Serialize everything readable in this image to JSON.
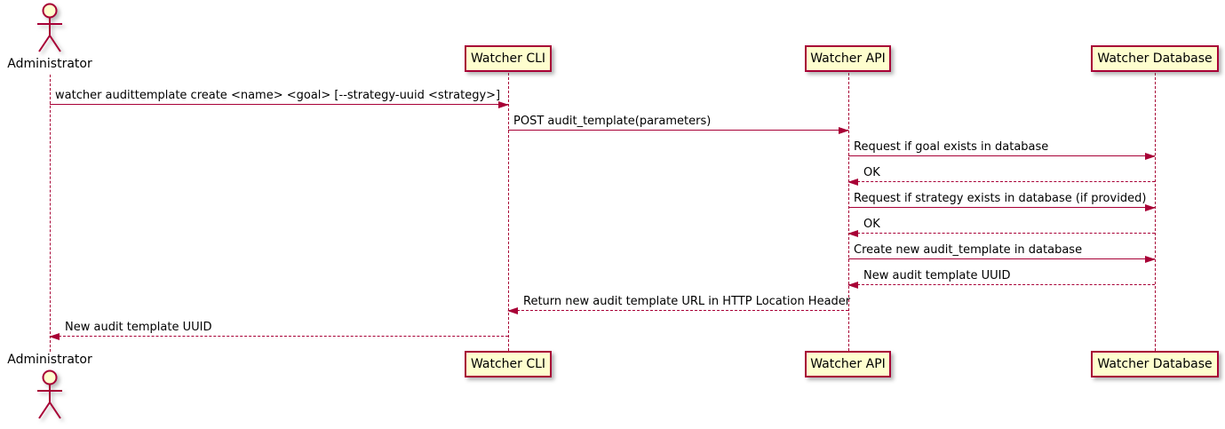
{
  "diagram": {
    "type": "sequence-diagram",
    "style": "plantuml",
    "colors": {
      "line": "#A80036",
      "participant_fill": "#FEFECE",
      "text": "#000000",
      "background": "#FFFFFF"
    },
    "actor": {
      "name": "Administrator"
    },
    "participants": [
      {
        "label": "Watcher CLI"
      },
      {
        "label": "Watcher API"
      },
      {
        "label": "Watcher Database"
      }
    ],
    "messages": [
      {
        "from": "Administrator",
        "to": "Watcher CLI",
        "line": "solid",
        "text": "watcher audittemplate create <name> <goal> [--strategy-uuid <strategy>]"
      },
      {
        "from": "Watcher CLI",
        "to": "Watcher API",
        "line": "solid",
        "text": "POST audit_template(parameters)"
      },
      {
        "from": "Watcher API",
        "to": "Watcher Database",
        "line": "solid",
        "text": "Request if goal exists in database"
      },
      {
        "from": "Watcher Database",
        "to": "Watcher API",
        "line": "dashed",
        "text": "OK"
      },
      {
        "from": "Watcher API",
        "to": "Watcher Database",
        "line": "solid",
        "text": "Request if strategy exists in database (if provided)"
      },
      {
        "from": "Watcher Database",
        "to": "Watcher API",
        "line": "dashed",
        "text": "OK"
      },
      {
        "from": "Watcher API",
        "to": "Watcher Database",
        "line": "solid",
        "text": "Create new audit_template in database"
      },
      {
        "from": "Watcher Database",
        "to": "Watcher API",
        "line": "dashed",
        "text": "New audit template UUID"
      },
      {
        "from": "Watcher API",
        "to": "Watcher CLI",
        "line": "dashed",
        "text": "Return new audit template URL in HTTP Location Header"
      },
      {
        "from": "Watcher CLI",
        "to": "Administrator",
        "line": "dashed",
        "text": "New audit template UUID"
      }
    ]
  }
}
